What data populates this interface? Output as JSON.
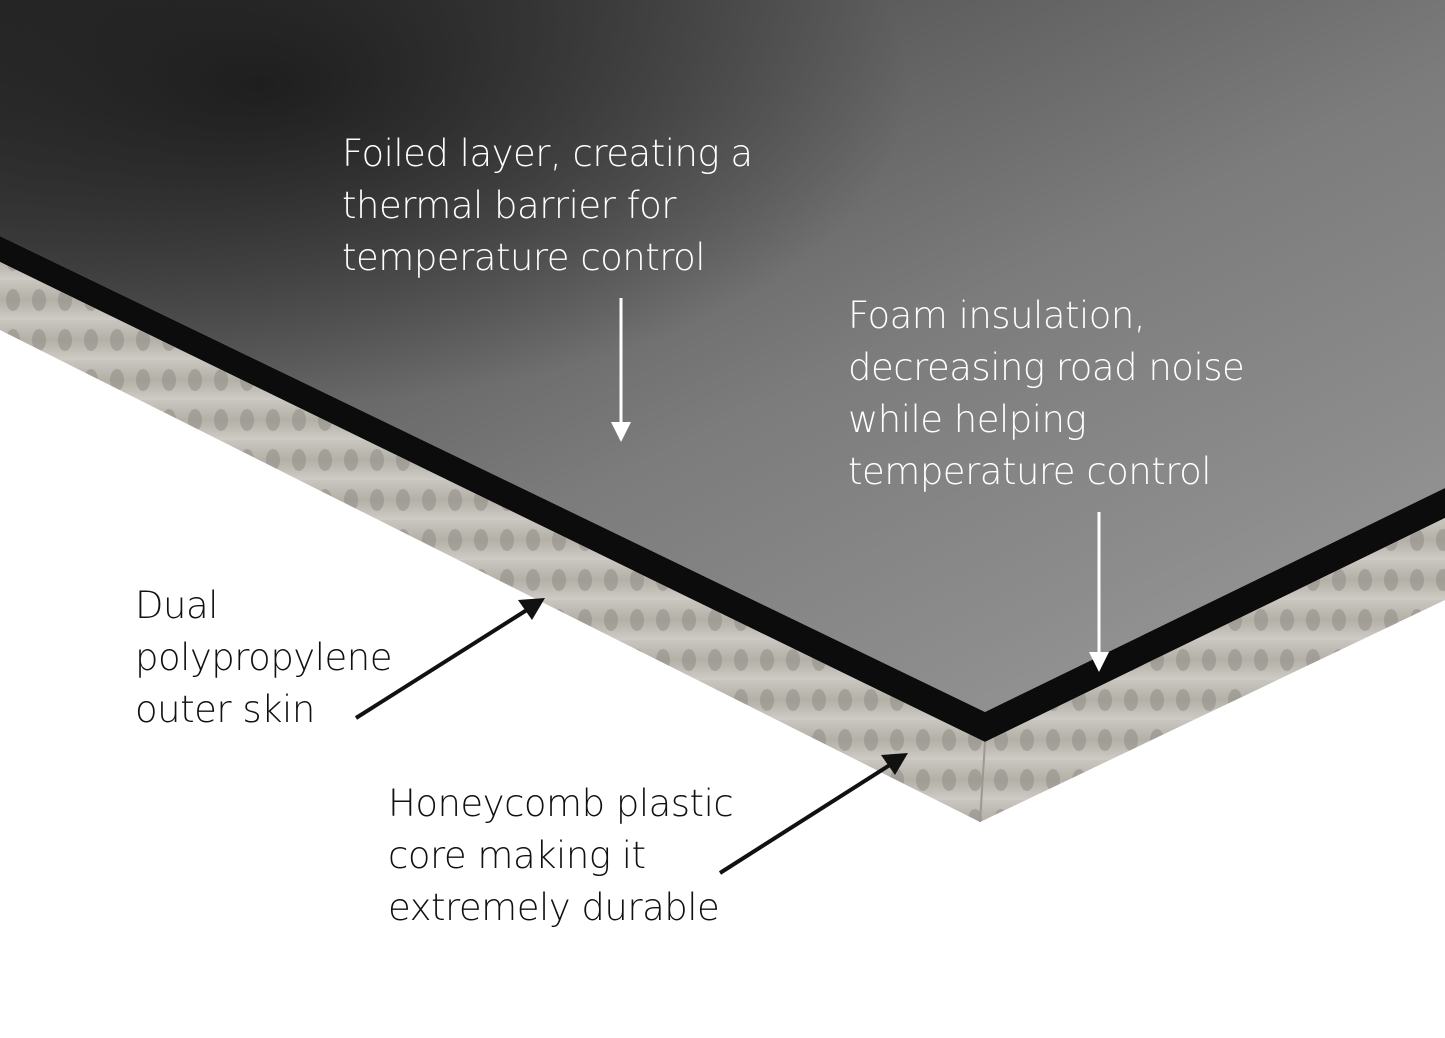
{
  "diagram": {
    "subject": "Layered panel cross-section",
    "colors": {
      "background": "#ffffff",
      "foil_top_dark": "#3a3a3a",
      "foil_mid": "#7a7a7a",
      "foil_light": "#9a9a9a",
      "foam_layer": "#0c0c0c",
      "core": "#b8b5ad",
      "core_shadow": "#8e8b84",
      "light_text": "#ffffff",
      "dark_text": "#111111"
    },
    "callouts": [
      {
        "id": "foil",
        "lines": [
          "Foiled layer, creating a",
          "thermal barrier for",
          "temperature control"
        ],
        "arrow": "down",
        "text_color": "light"
      },
      {
        "id": "foam",
        "lines": [
          "Foam insulation,",
          "decreasing road noise",
          "while helping",
          "temperature control"
        ],
        "arrow": "down",
        "text_color": "light"
      },
      {
        "id": "skin",
        "lines": [
          "Dual",
          "polypropylene",
          "outer skin"
        ],
        "arrow": "up-right",
        "text_color": "dark"
      },
      {
        "id": "core",
        "lines": [
          "Honeycomb plastic",
          "core making it",
          "extremely durable"
        ],
        "arrow": "up-right",
        "text_color": "dark"
      }
    ]
  }
}
